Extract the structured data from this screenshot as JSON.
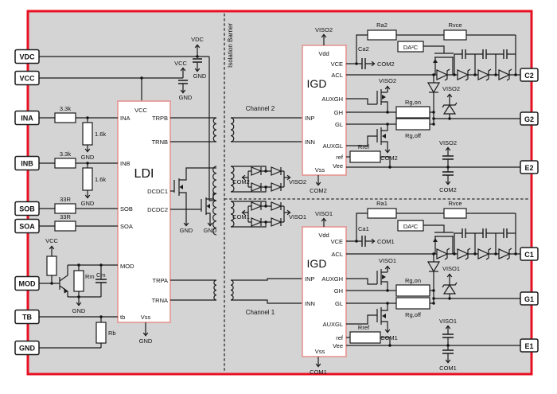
{
  "colors": {
    "border_red": "#e81123",
    "block_pink": "#e59490",
    "background_gray": "#d4d4d4",
    "wire": "#1a1a1a"
  },
  "io_left": {
    "vdc": "VDC",
    "vcc": "VCC",
    "ina": "INA",
    "inb": "INB",
    "sob": "SOB",
    "soa": "SOA",
    "mod": "MOD",
    "tb": "TB",
    "gnd": "GND"
  },
  "io_right": {
    "c2": "C2",
    "g2": "G2",
    "e2": "E2",
    "c1": "C1",
    "g1": "G1",
    "e1": "E1"
  },
  "nets": {
    "vdc": "VDC",
    "vcc": "VCC",
    "gnd": "GND",
    "viso2": "VISO2",
    "viso1": "VISO1",
    "com2": "COM2",
    "com1": "COM1"
  },
  "ldi": {
    "name": "LDI",
    "vcc": "VCC",
    "vss": "Vss",
    "ina": "INA",
    "inb": "INB",
    "sob": "SOB",
    "soa": "SOA",
    "mod": "MOD",
    "tb": "tb",
    "trpb": "TRPB",
    "trnb": "TRNB",
    "dcdc1": "DCDC1",
    "dcdc2": "DCDC2",
    "trpa": "TRPA",
    "trna": "TRNA"
  },
  "igd": {
    "name": "IGD",
    "vdd": "Vdd",
    "vce": "VCE",
    "acl": "ACL",
    "auxgh": "AUXGH",
    "gh": "GH",
    "gl": "GL",
    "auxgl": "AUXGL",
    "ref": "ref",
    "vee": "Vee",
    "vss": "Vss",
    "inp": "INP",
    "inn": "INN"
  },
  "components": {
    "r_in": "3.3k",
    "r_pull": "1.6k",
    "r_so": "33R",
    "rm": "Rm",
    "cm": "Cm",
    "rb": "Rb",
    "ra2": "Ra2",
    "ra1": "Ra1",
    "rvce": "Rvce",
    "ca2": "Ca2",
    "ca1": "Ca1",
    "da2c": "DA²C",
    "rg_on": "Rg,on",
    "rg_off": "Rg,off",
    "rref": "Rref"
  },
  "labels": {
    "isolation": "Isolation Barrier",
    "channel2": "Channel 2",
    "channel1": "Channel 1"
  }
}
